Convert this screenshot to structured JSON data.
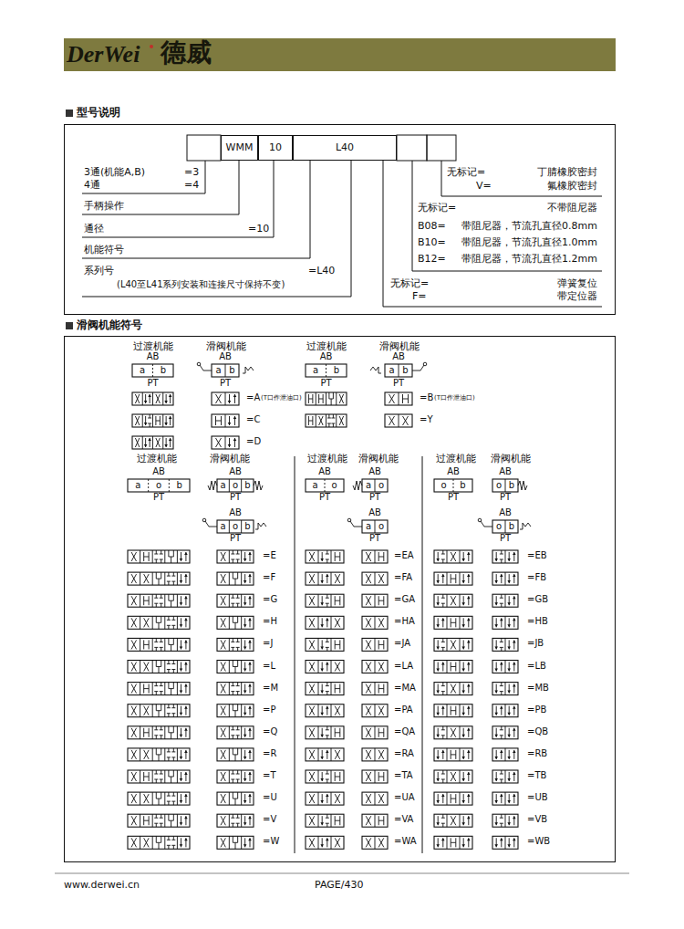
{
  "diagram": {
    "nodes": [
      {
        "text": [
          "WMM"
        ]
      },
      {
        "text": [
          "10"
        ]
      },
      {
        "text": [
          "L40"
        ]
      }
    ],
    "labels": [
      "DerWei",
      "德威",
      "型号说明",
      "3通(机能A,B)",
      "=3",
      "4通",
      "=4",
      "手柄操作",
      "通径",
      "=10",
      "机能符号",
      "系列号",
      "=L40",
      "(L40至L41系列安装和连接尺寸保持不变)",
      "无标记=",
      "丁腈橡胶密封",
      "V=",
      "氟橡胶密封",
      "无标记=",
      "不带阻尼器",
      "B08=",
      "带阻尼器，节流孔直径0.8mm",
      "B10=",
      "带阻尼器，节流孔直径1.0mm",
      "B12=",
      "带阻尼器，节流孔直径1.2mm",
      "无标记=",
      "弹簧复位",
      "F=",
      "带定位器",
      "滑阀机能符号",
      "过渡机能",
      "滑阀机能",
      "AB",
      "AB",
      "a",
      "b",
      "a",
      "b",
      "PT",
      "PT",
      "过渡机能",
      "滑阀机能",
      "AB",
      "AB",
      "a",
      "b",
      "a",
      "b",
      "PT",
      "PT",
      "=A",
      "(T口作泄油口)",
      "=B",
      "(T口作泄油口)",
      "=C",
      "=Y",
      "=D",
      "过渡机能",
      "滑阀机能",
      "AB",
      "a",
      "o",
      "b",
      "PT",
      "AB",
      "a",
      "o",
      "b",
      "PT",
      "AB",
      "a",
      "o",
      "b",
      "PT",
      "过渡机能",
      "滑阀机能",
      "AB",
      "a",
      "o",
      "PT",
      "AB",
      "a",
      "o",
      "PT",
      "AB",
      "a",
      "o",
      "PT",
      "过渡机能",
      "滑阀机能",
      "AB",
      "o",
      "b",
      "PT",
      "AB",
      "o",
      "b",
      "PT",
      "AB",
      "o",
      "b",
      "PT",
      "=E",
      "=F",
      "=G",
      "=H",
      "=J",
      "=L",
      "=M",
      "=P",
      "=Q",
      "=R",
      "=T",
      "=U",
      "=V",
      "=W",
      "=EA",
      "=FA",
      "=GA",
      "=HA",
      "=JA",
      "=LA",
      "=MA",
      "=PA",
      "=QA",
      "=RA",
      "=TA",
      "=UA",
      "=VA",
      "=WA",
      "=EB",
      "=FB",
      "=GB",
      "=HB",
      "=JB",
      "=LB",
      "=MB",
      "=PB",
      "=QB",
      "=RB",
      "=TB",
      "=UB",
      "=VB",
      "=WB",
      "www.derwei.cn",
      "PAGE/430"
    ]
  }
}
